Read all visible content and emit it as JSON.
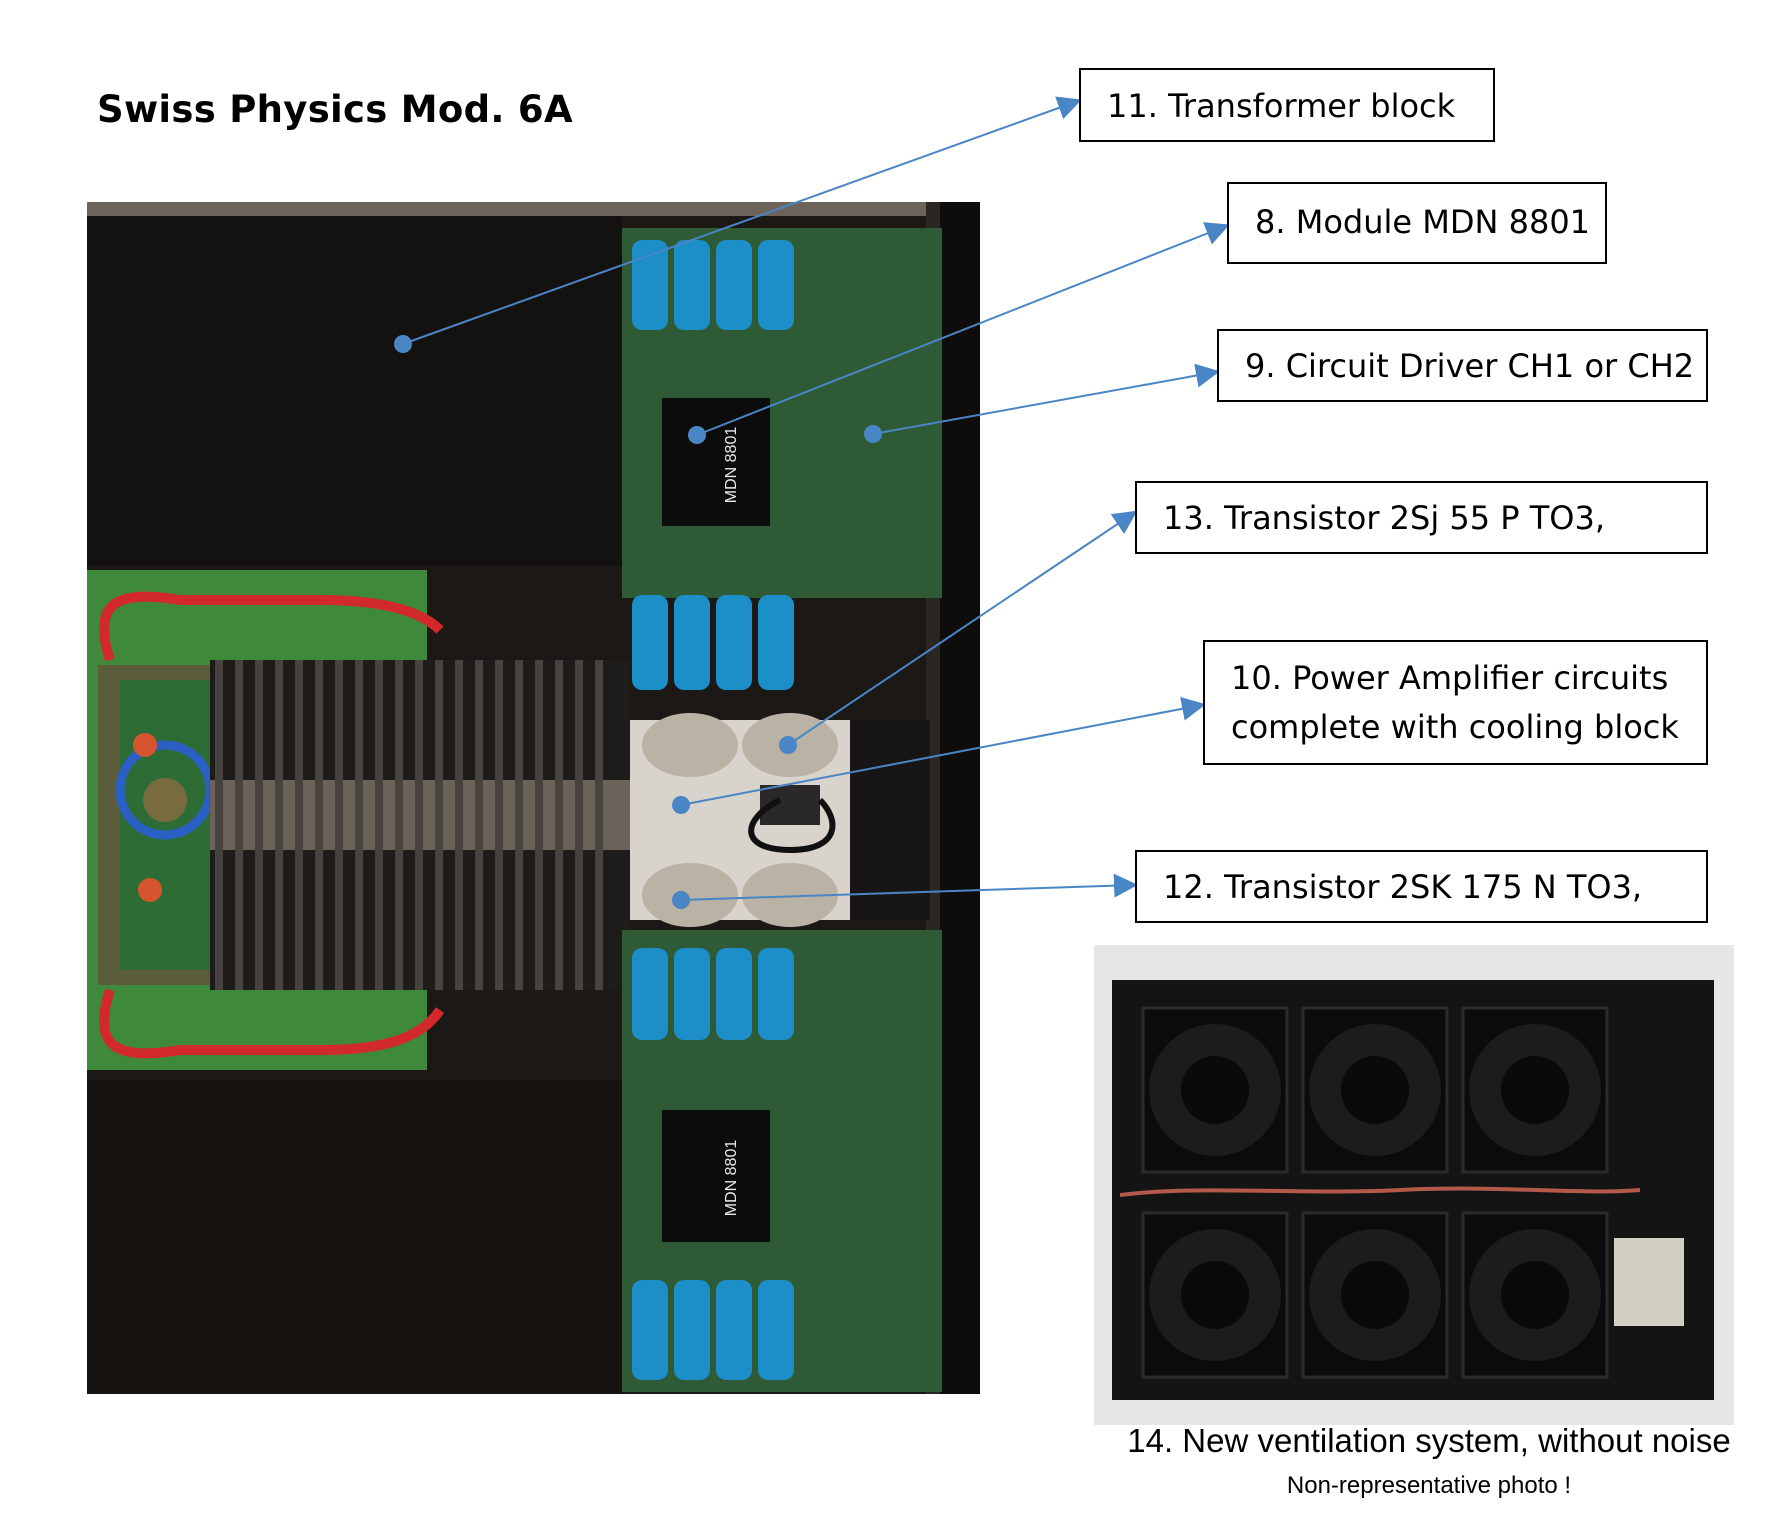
{
  "title": "Swiss Physics Mod. 6A",
  "callouts": {
    "transformer": "11. Transformer block",
    "module": "8. Module MDN 8801",
    "driver": "9. Circuit Driver CH1 or CH2",
    "transistor_p": "13. Transistor 2Sj 55 P TO3,",
    "power_amp_line1": "10. Power Amplifier circuits",
    "power_amp_line2": "complete with cooling block",
    "transistor_n": "12. Transistor 2SK 175 N TO3,"
  },
  "fan_caption": "14. New ventilation system, without noise",
  "fan_note": "Non-representative photo !",
  "chip_label": "MDN 8801",
  "colors": {
    "arrow": "#4a86c5",
    "pcb": "#2f5a36",
    "capacitor": "#1d8fc8",
    "chassis": "#1a1816"
  }
}
